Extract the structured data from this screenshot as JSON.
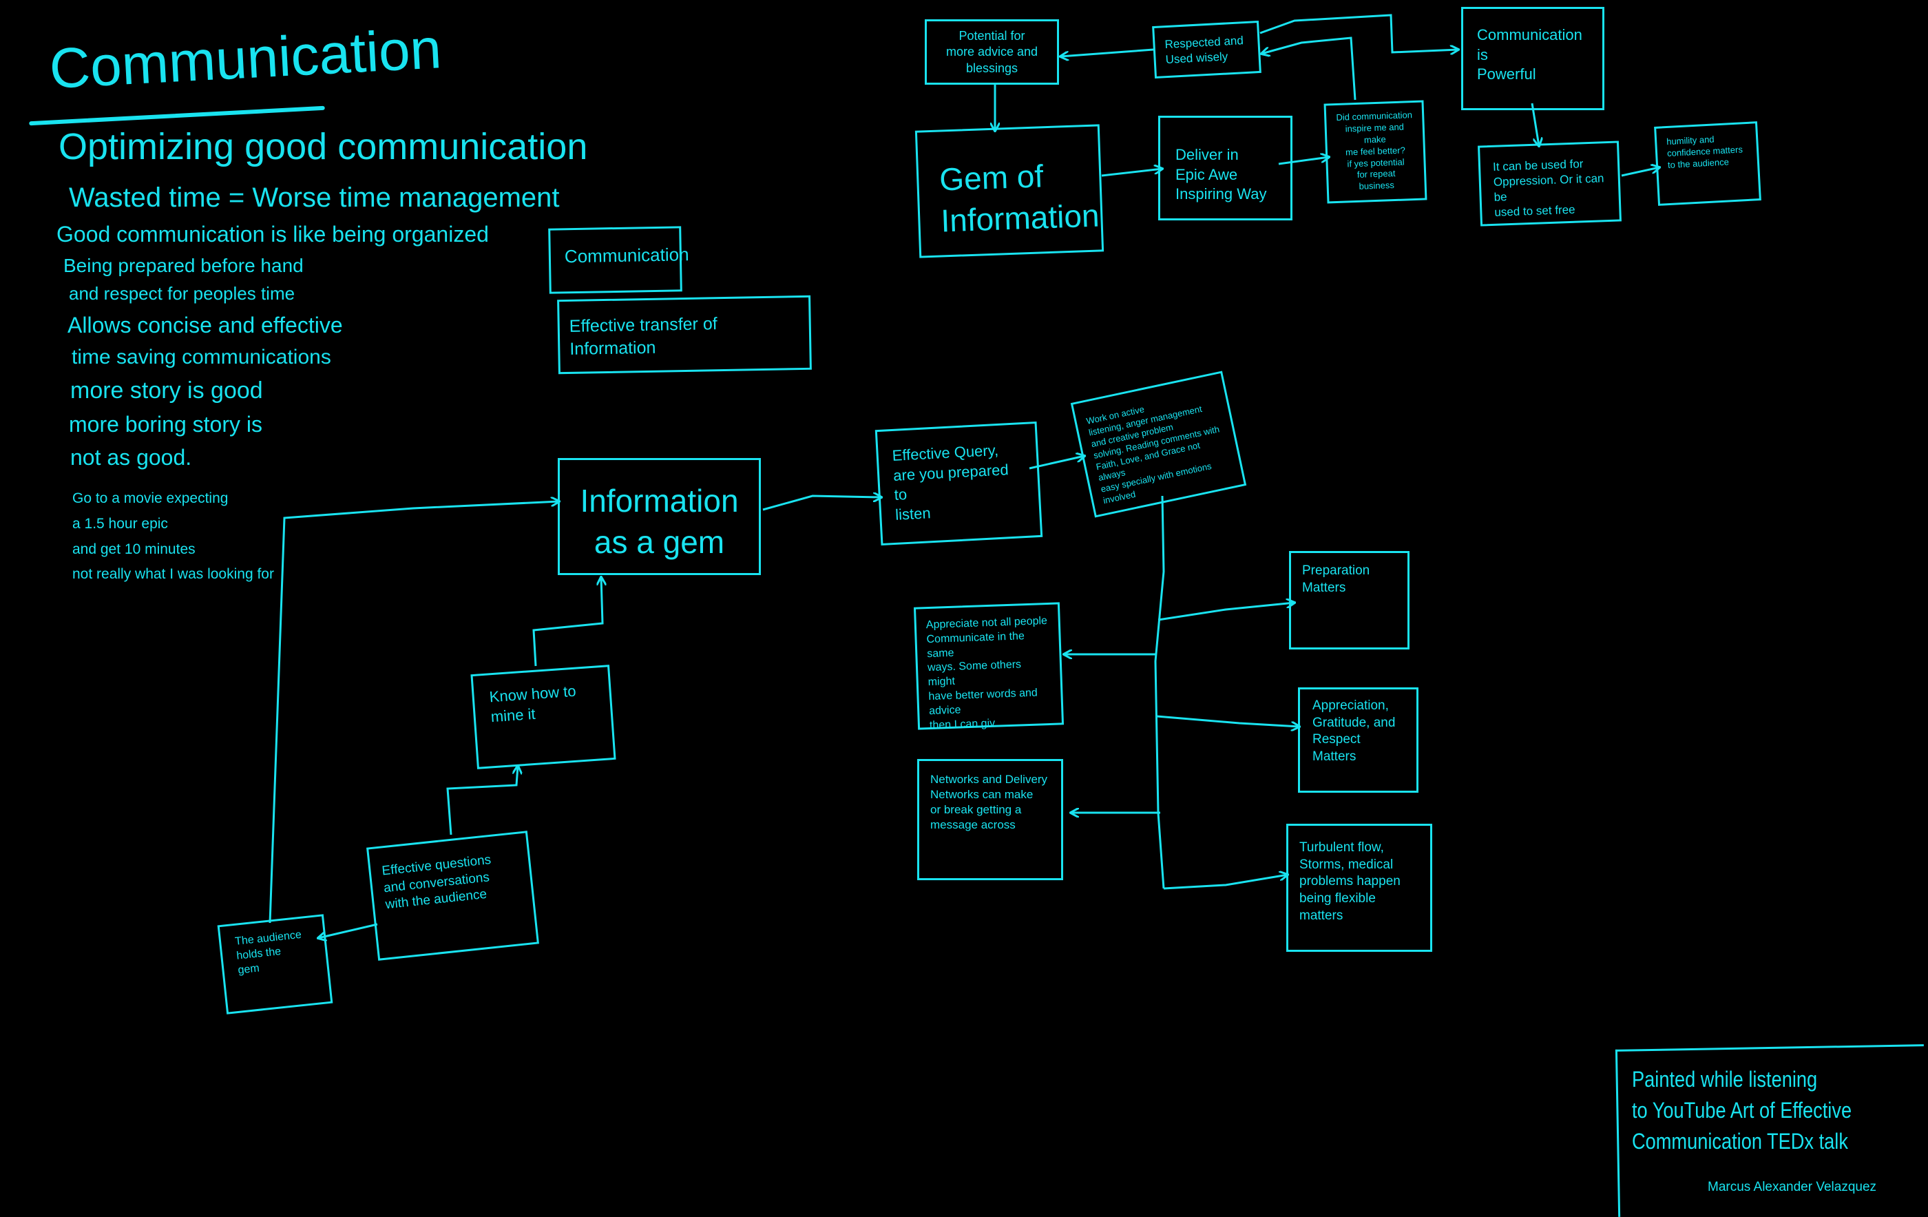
{
  "notes": {
    "title": "Communication",
    "subtitle": "Optimizing good communication",
    "lines": [
      "Wasted time = Worse time management",
      "Good communication is like being organized",
      "Being prepared before hand",
      "and respect for peoples time",
      "Allows concise and effective",
      "time saving communications",
      "more story is good",
      "more boring story is",
      "not as good."
    ],
    "movie_note": "Go to a movie expecting\na 1.5 hour epic\nand get 10 minutes\nnot really what I was looking for"
  },
  "boxes": {
    "potential": "Potential for\nmore advice and\nblessings",
    "respected": "Respected and\nUsed wisely",
    "powerful": "Communication is\nPowerful",
    "gem_of_info": "Gem of\nInformation",
    "deliver": "Deliver in\nEpic Awe\nInspiring Way",
    "did_comm": "Did communication\ninspire me and make\nme feel better?\nif yes potential\nfor repeat\nbusiness",
    "oppression": "It can be used for\nOppression. Or it can be\nused to set free",
    "humility": "humility and\nconfidence matters\nto the audience",
    "communication": "Communication",
    "effective_transfer": "Effective transfer of Information",
    "info_gem": "Information\nas a gem",
    "effective_query": "Effective Query,\nare you prepared to\nlisten",
    "active_listening": "Work on active\nlistening, anger management\nand creative problem\nsolving. Reading comments with\nFaith, Love, and Grace not always\neasy specially with emotions involved",
    "appreciate": "Appreciate not all people\nCommunicate in the same\nways. Some others might\nhave better words and advice\nthen I can giv",
    "networks": "Networks and Delivery\nNetworks can make\nor break getting a\nmessage across",
    "preparation": "Preparation\nMatters",
    "appreciation": "Appreciation,\nGratitude, and\nRespect\nMatters",
    "turbulent": "Turbulent flow,\nStorms, medical\nproblems happen\nbeing flexible matters",
    "mine_it": "Know how to\nmine it",
    "effective_questions": "Effective questions\nand conversations\nwith the audience",
    "audience": "The audience\nholds the\ngem",
    "credit": "Painted while listening\nto YouTube Art of Effective\nCommunication TEDx talk",
    "author": "Marcus Alexander Velazquez"
  },
  "colors": {
    "ink": "#19e3f0",
    "background": "#000000"
  }
}
